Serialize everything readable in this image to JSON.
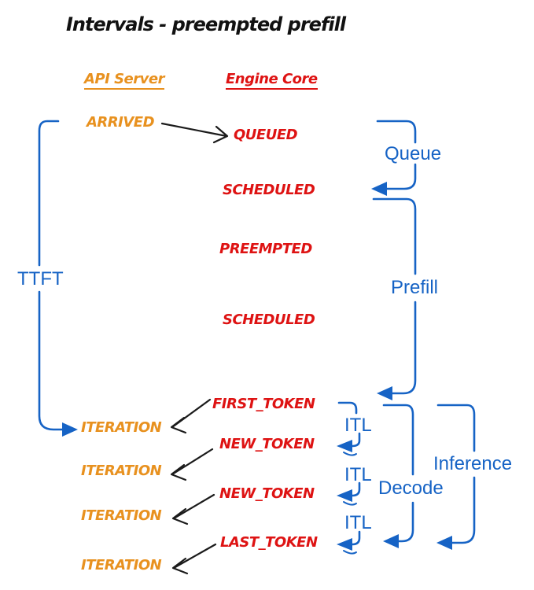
{
  "title": "Intervals - preempted prefill",
  "columns": {
    "api_server": {
      "header": "API Server"
    },
    "engine_core": {
      "header": "Engine Core"
    }
  },
  "api_events": [
    "ARRIVED",
    "ITERATION",
    "ITERATION",
    "ITERATION",
    "ITERATION"
  ],
  "engine_events": [
    "QUEUED",
    "SCHEDULED",
    "PREEMPTED",
    "SCHEDULED",
    "FIRST_TOKEN",
    "NEW_TOKEN",
    "NEW_TOKEN",
    "LAST_TOKEN"
  ],
  "intervals": {
    "ttft": "TTFT",
    "queue": "Queue",
    "prefill": "Prefill",
    "itl": [
      "ITL",
      "ITL",
      "ITL"
    ],
    "decode": "Decode",
    "inference": "Inference"
  },
  "colors": {
    "api": "#E8911F",
    "engine": "#DE1313",
    "interval": "#1663C5",
    "connector": "#1B1B1B"
  }
}
